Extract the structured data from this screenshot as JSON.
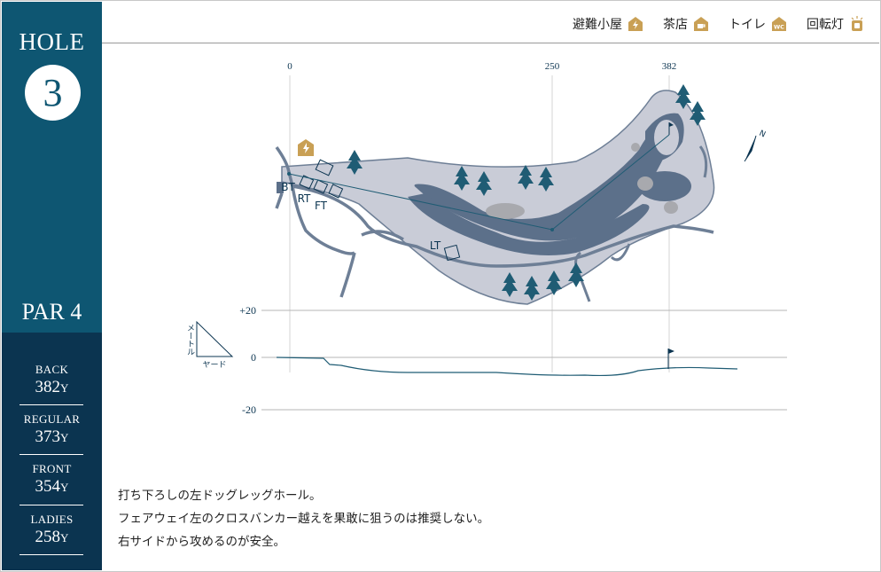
{
  "hole": {
    "label": "HOLE",
    "number": "3",
    "par": "PAR 4"
  },
  "yardages": [
    {
      "tee": "BACK",
      "value": "382",
      "unit": "Y"
    },
    {
      "tee": "REGULAR",
      "value": "373",
      "unit": "Y"
    },
    {
      "tee": "FRONT",
      "value": "354",
      "unit": "Y"
    },
    {
      "tee": "LADIES",
      "value": "258",
      "unit": "Y"
    }
  ],
  "legend": [
    {
      "label": "避難小屋",
      "icon": "lightning-icon"
    },
    {
      "label": "茶店",
      "icon": "teacup-icon"
    },
    {
      "label": "トイレ",
      "icon": "wc-icon"
    },
    {
      "label": "回転灯",
      "icon": "rotating-light-icon"
    }
  ],
  "map": {
    "distance_markers": [
      "0",
      "250",
      "382"
    ],
    "tees": [
      "BT",
      "RT",
      "FT",
      "LT"
    ],
    "elevation_ticks": [
      "+20",
      "0",
      "-20"
    ],
    "elevation_axis_vertical": "メートル",
    "elevation_axis_horizontal": "ヤード"
  },
  "colors": {
    "sidebar": "#0e5672",
    "sidebar_bottom": "#0b3450",
    "rough": "#c9ccd7",
    "fairway": "#6e7f96",
    "accent_gold": "#c9a055",
    "trees": "#1f5c74"
  },
  "description": [
    "打ち下ろしの左ドッグレッグホール。",
    "フェアウェイ左のクロスバンカー越えを果敢に狙うのは推奨しない。",
    "右サイドから攻めるのが安全。"
  ]
}
